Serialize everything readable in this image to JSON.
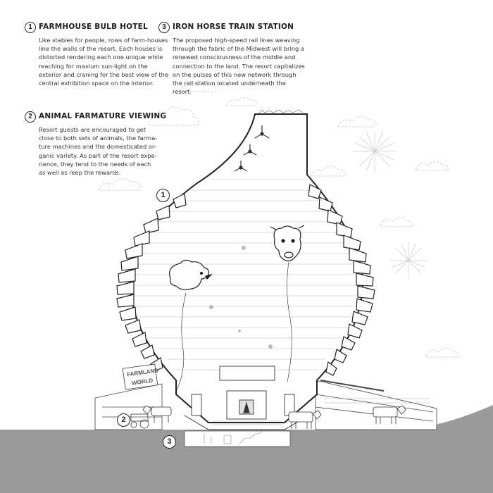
{
  "notes": [
    {
      "number": "1",
      "title": "FARMHOUSE BULB HOTEL",
      "body": "Like stables for people, rows of farm-houses line the walls of the resort. Each houses is distorted rendering each one unique while reaching for maxium sun-light on the exterior and  craning for the best view of the central exhibition space on the interior."
    },
    {
      "number": "2",
      "title": "ANIMAL FARMATURE VIEWING",
      "body": "Resort guests are encouraged to get close to both sets of animals, the farma-ture machines and the domesticated or-ganic variety. As part of the resort expe-rience, they tend to the needs of each  as well as reep the rewards."
    },
    {
      "number": "3",
      "title": "IRON HORSE TRAIN STATION",
      "body": "The proposed high-speed rail lines weaving through the fabric of the Midwest will bring a renewed consciousness of the middle and connection to the land. The resort capitalizes on the pulses of this new network through the rail station located underneath the resort."
    }
  ],
  "section_tags": [
    "1",
    "2",
    "3"
  ],
  "signage": {
    "line1": "FARMLAND",
    "line2": "WORLD"
  },
  "colors": {
    "ground": "#9a9a9a",
    "ink": "#222222",
    "light_line": "#bbbbbb"
  }
}
